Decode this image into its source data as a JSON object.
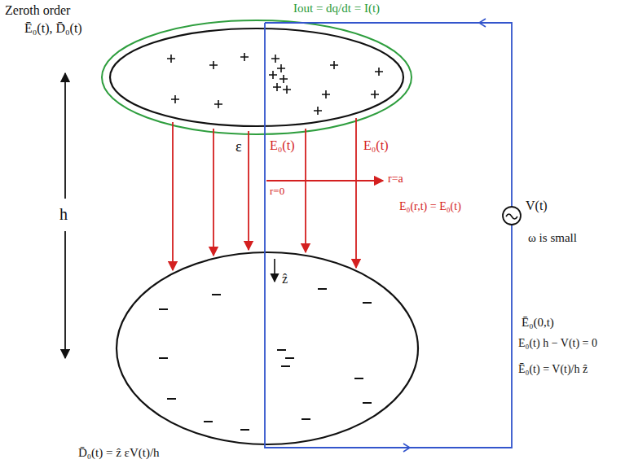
{
  "diagram": {
    "labels": [
      "Zeroth order",
      "Ē₀(t), D̄₀(t)",
      "Iout = dq/dt = I(t)",
      "h",
      "ε",
      "E₀(t)",
      "E₀(t)",
      "r=0",
      "r=a",
      "ẑ",
      "E₀(r,t) = E₀(t)",
      "V(t)",
      "ω is small",
      "Ē₀(0,t)",
      "E₀(t) h − V(t) = 0",
      "Ē₀(t) = V(t)/h ẑ",
      "D̄₀(t) = ẑ εV(t)/h"
    ]
  }
}
